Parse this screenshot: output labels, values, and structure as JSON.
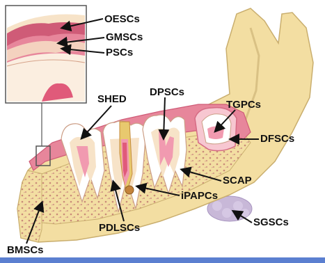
{
  "diagram": {
    "labels": {
      "oescs": "OESCs",
      "gmscs": "GMSCs",
      "pscs": "PSCs",
      "shed": "SHED",
      "dpscs": "DPSCs",
      "tgpcs": "TGPCs",
      "dfscs": "DFSCs",
      "scap": "SCAP",
      "ipapcs": "iPAPCs",
      "pdlscs": "PDLSCs",
      "sgscs": "SGSCs",
      "bmscs": "BMSCs"
    },
    "colors": {
      "bone": "#f3dea2",
      "bone_shadow": "#d9c184",
      "marrow_dots": "#c98a78",
      "gum": "#e7869b",
      "gum_dark": "#cf5b77",
      "enamel": "#ffffff",
      "dentin": "#f7e3c8",
      "pulp": "#f19ab0",
      "pulp_core": "#e05a7a",
      "gland": "#c8b8d8",
      "bottom_bar": "#5b7fd0"
    }
  }
}
